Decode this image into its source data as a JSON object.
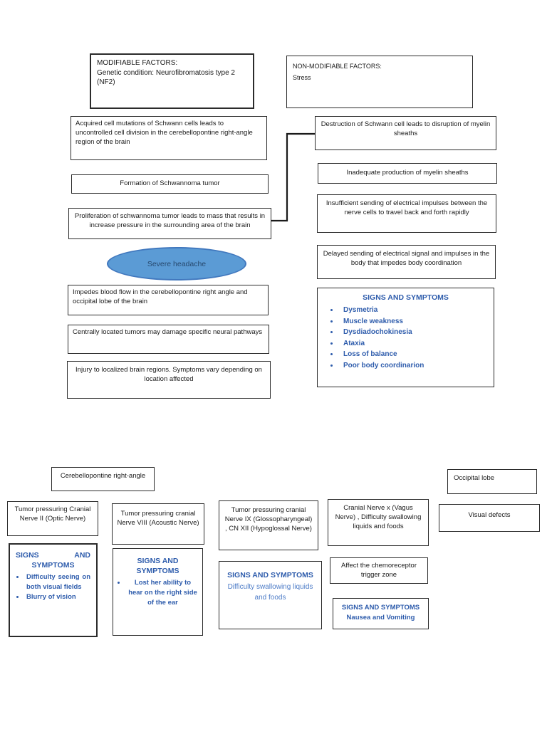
{
  "factors": {
    "modifiable_title": "MODIFIABLE FACTORS:",
    "modifiable_body": "Genetic condition: Neurofibromatosis type 2 (NF2)",
    "non_modifiable_title": "NON-MODIFIABLE FACTORS:",
    "non_modifiable_body": "Stress"
  },
  "left_column": {
    "acquired_mutation": "Acquired cell mutations of Schwann cells leads to uncontrolled cell division in the cerebellopontine right-angle region of the brain",
    "formation": "Formation of Schwannoma tumor",
    "proliferation": "Proliferation of schwannoma tumor leads to mass that results in increase pressure in the surrounding area of the brain",
    "severe_headache": "Severe headache",
    "impedes_blood_flow": "Impedes blood flow in the cerebellopontine right angle and occipital lobe of the brain",
    "central_tumors": "Centrally located tumors may damage specific neural pathways",
    "injury": "Injury to localized brain regions. Symptoms vary depending on location affected"
  },
  "right_column": {
    "destruction": "Destruction of Schwann cell leads to disruption of myelin sheaths",
    "inadequate": "Inadequate production of myelin sheaths",
    "insufficient": "Insufficient sending of electrical impulses between the nerve cells to travel back and forth rapidly",
    "delayed": "Delayed sending of electrical signal and impulses in the body that impedes body coordination",
    "signs_title": "SIGNS AND SYMPTOMS",
    "signs_items": [
      "Dysmetria",
      "Muscle weakness",
      "Dysdiadochokinesia",
      "Ataxia",
      "Loss of balance",
      "Poor body coordinarion"
    ]
  },
  "bottom": {
    "cerebellopontine": "Cerebellopontine right-angle",
    "occipital_lobe": "Occipital lobe",
    "visual_defects": "Visual defects",
    "optic_box": "Tumor pressuring Cranial Nerve II (Optic Nerve)",
    "optic_signs_title": "SIGNS AND SYMPTOMS",
    "optic_signs_items": [
      "Difficulty seeing on both visual fields",
      "Blurry of vision"
    ],
    "acoustic_box": "Tumor pressuring cranial Nerve VIII (Acoustic Nerve)",
    "acoustic_signs_title": "SIGNS AND SYMPTOMS",
    "acoustic_signs_items": [
      "Lost her ability to hear on the right side of the ear"
    ],
    "glosso_box": "Tumor pressuring cranial Nerve IX (Glossopharyngeal) , CN XII (Hypoglossal Nerve)",
    "glosso_signs_title": "SIGNS AND SYMPTOMS",
    "glosso_signs_body": "Difficulty swallowing liquids and foods",
    "vagus_box": "Cranial Nerve x (Vagus Nerve) , Difficulty swallowing liquids and foods",
    "chemoreceptor": "Affect the chemoreceptor trigger zone",
    "vagus_signs_title": "SIGNS AND SYMPTOMS",
    "vagus_signs_body": "Nausea and Vomiting"
  },
  "colors": {
    "ellipse_fill": "#5b9bd5",
    "ellipse_border": "#4178be",
    "ellipse_text": "#27496e",
    "signs_blue": "#2e5cac",
    "signs_blue_light": "#4d7cc7",
    "box_border": "#2b2b2b"
  }
}
